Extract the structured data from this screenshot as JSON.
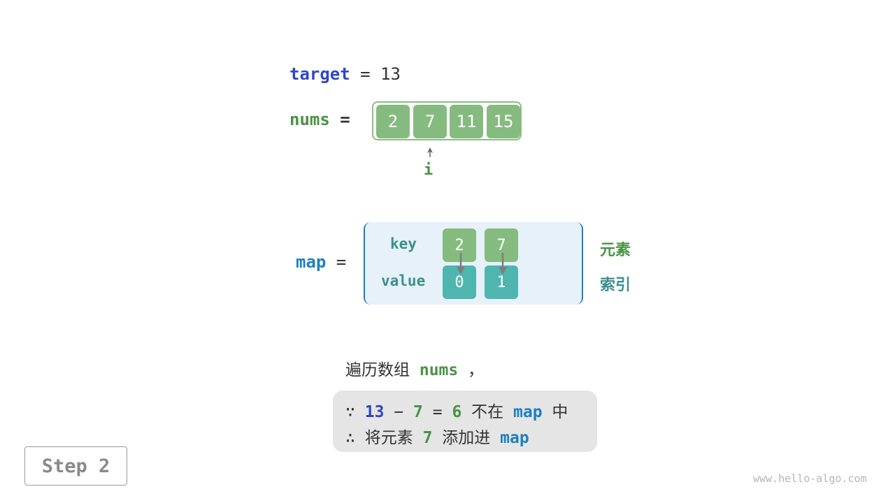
{
  "target": {
    "name": "target",
    "eq": " = ",
    "value": "13"
  },
  "nums": {
    "name": "nums",
    "eq": " = ",
    "values": [
      "2",
      "7",
      "11",
      "15"
    ]
  },
  "pointer": {
    "label": "i"
  },
  "map": {
    "name": "map",
    "eq": " = ",
    "key_label": "key",
    "value_label": "value",
    "keys": [
      "2",
      "7"
    ],
    "values": [
      "0",
      "1"
    ],
    "key_meaning": "元素",
    "value_meaning": "索引"
  },
  "explanation": {
    "line1_text": "遍历数组",
    "line1_var": "nums",
    "line1_comma": "，",
    "because": "∵",
    "n13": "13",
    "minus": "−",
    "n7": "7",
    "eq": "=",
    "n6": "6",
    "not_in": "不在",
    "map": "map",
    "mid": "中",
    "therefore": "∴",
    "add_text": "将元素",
    "add_val": "7",
    "add_into": "添加进",
    "add_map": "map"
  },
  "step": {
    "label": "Step 2"
  },
  "watermark": "www.hello-algo.com",
  "colors": {
    "green": "#86bb7f",
    "teal": "#4eb6ae",
    "blue": "#2f47c6",
    "map_bg": "#e6f1fa"
  }
}
